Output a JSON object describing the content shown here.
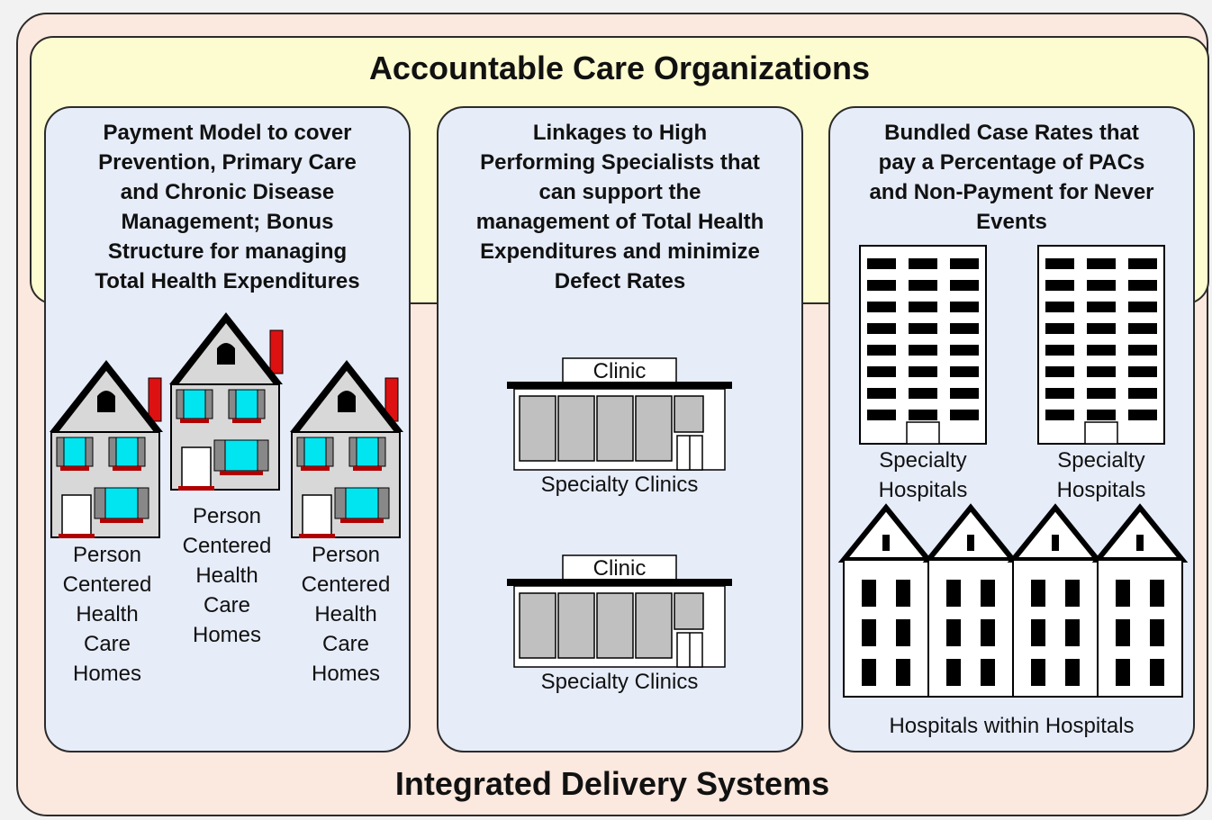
{
  "top_title": "Accountable Care Organizations",
  "bottom_title": "Integrated Delivery Systems",
  "columns": [
    {
      "text_lines": [
        "Payment Model to cover",
        "Prevention, Primary Care",
        "and Chronic Disease",
        "Management;  Bonus",
        "Structure for managing",
        "Total Health Expenditures"
      ],
      "house_label_lines": [
        "Person",
        "Centered",
        "Health",
        "Care",
        "Homes"
      ]
    },
    {
      "text_lines": [
        "Linkages to High",
        "Performing Specialists that",
        "can support the",
        "management of Total Health",
        "Expenditures and minimize",
        "Defect Rates"
      ],
      "clinic_sign": "Clinic",
      "clinic_label": "Specialty Clinics"
    },
    {
      "text_lines": [
        "Bundled Case Rates that",
        "pay a Percentage of PACs",
        "and Non-Payment for Never",
        "Events"
      ],
      "tower_label_lines": [
        "Specialty",
        "Hospitals"
      ],
      "row_label": "Hospitals within Hospitals"
    }
  ],
  "colors": {
    "aco_band": "#fdfbd0",
    "ids_background": "#fbe8de",
    "column_fill": "#e6ecf8",
    "window_glass": "#00e5f0",
    "chimney": "#dd1111"
  }
}
